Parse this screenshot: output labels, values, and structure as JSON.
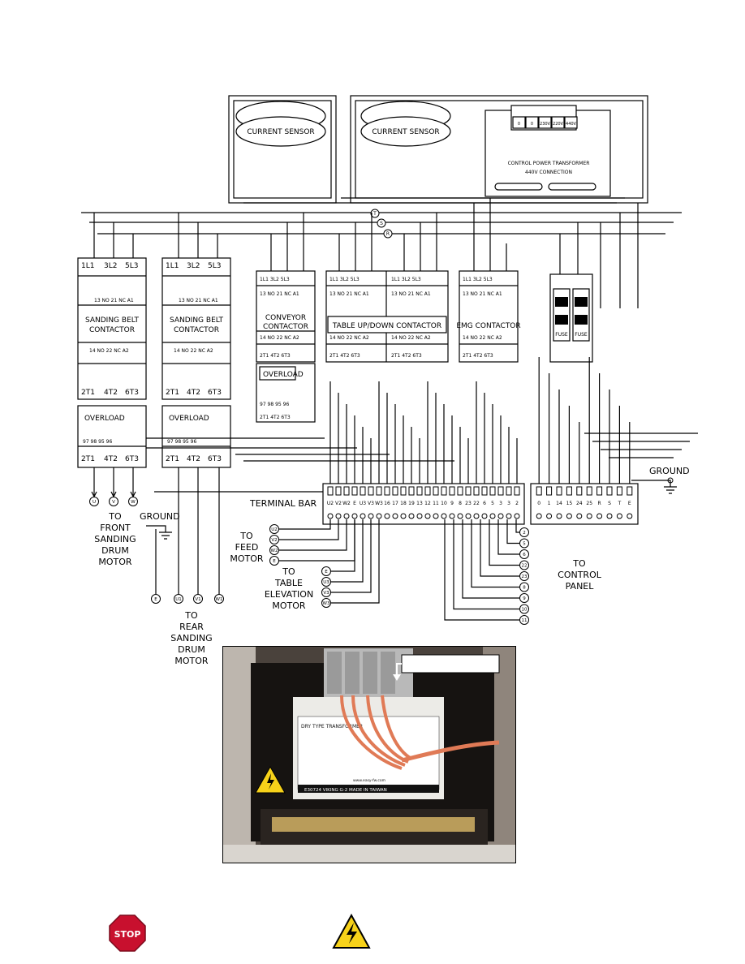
{
  "sensor_label": "CURRENT SENSOR",
  "transformer": {
    "title": "CONTROL POWER TRANSFORMER",
    "subtitle": "440V CONNECTION",
    "taps": [
      "0",
      "0",
      "230V",
      "220V",
      "440V"
    ]
  },
  "bus_labels": [
    "T",
    "S",
    "R"
  ],
  "contactors": {
    "sanding_belt": "SANDING BELT CONTACTOR",
    "conveyor": "CONVEYOR CONTACTOR",
    "table": "TABLE UP/DOWN CONTACTOR",
    "emg": "EMG CONTACTOR"
  },
  "overload_label": "OVERLOAD",
  "fuse_label": "FUSE",
  "terminal_bar": {
    "label": "TERMINAL BAR",
    "main": [
      "U2",
      "V2",
      "W2",
      "E",
      "U3",
      "V3",
      "W3",
      "16",
      "17",
      "18",
      "19",
      "13",
      "12",
      "11",
      "10",
      "9",
      "8",
      "23",
      "22",
      "6",
      "5",
      "3",
      "3",
      "2"
    ],
    "right": [
      "0",
      "1",
      "14",
      "15",
      "24",
      "25",
      "R",
      "S",
      "T",
      "E"
    ]
  },
  "ground_label": "GROUND",
  "destinations": {
    "front_motor": [
      "TO",
      "FRONT",
      "SANDING",
      "DRUM",
      "MOTOR"
    ],
    "rear_motor": [
      "TO",
      "REAR",
      "SANDING",
      "DRUM",
      "MOTOR"
    ],
    "feed_motor": [
      "TO",
      "FEED",
      "MOTOR"
    ],
    "elevation_motor": [
      "TO",
      "TABLE",
      "ELEVATION",
      "MOTOR"
    ],
    "control_panel": [
      "TO",
      "CONTROL",
      "PANEL"
    ]
  },
  "front_motor_terms": [
    "U",
    "V",
    "W"
  ],
  "rear_motor_terms": [
    "E",
    "U1",
    "V1",
    "W1"
  ],
  "feed_motor_terms": [
    "U2",
    "V2",
    "W2",
    "E"
  ],
  "elevation_motor_terms": [
    "E",
    "U3",
    "V3",
    "W3"
  ],
  "control_panel_terms": [
    "2",
    "5",
    "6",
    "22",
    "23",
    "8",
    "9",
    "10",
    "11"
  ],
  "photo_plate": {
    "type_line": "DRY TYPE TRANSFORMER",
    "made_in": "E30724 VIKING G-2 MADE IN TAIWAN",
    "website": "www.easy-fw.com"
  },
  "icons": [
    "stop-icon",
    "electrical-hazard-icon"
  ]
}
